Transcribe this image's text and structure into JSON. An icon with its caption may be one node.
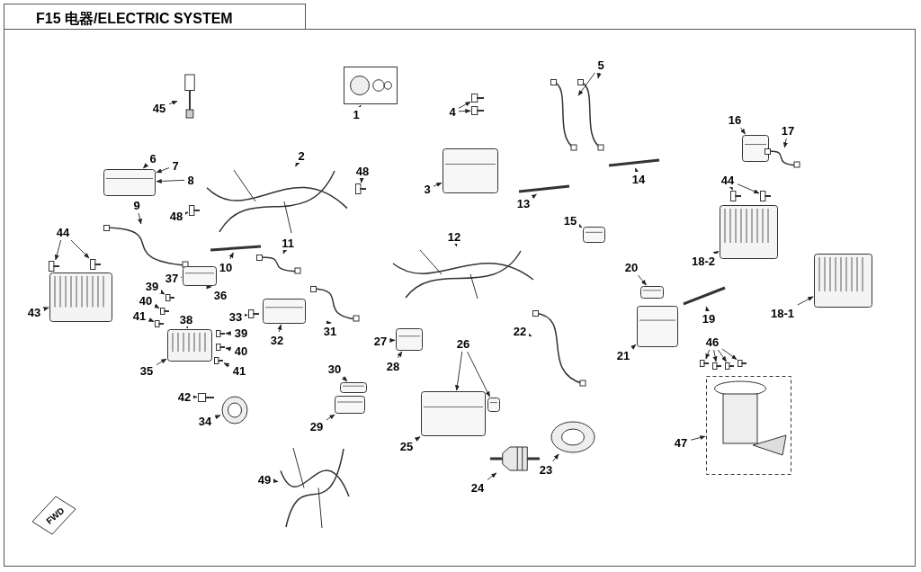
{
  "diagram": {
    "title": "F15 电器/ELECTRIC SYSTEM",
    "nodes": [
      {
        "text": [
          "45"
        ]
      },
      {
        "text": [],
        "shape": "picture"
      },
      {
        "text": [
          "1"
        ]
      },
      {
        "text": [],
        "shape": "picture"
      },
      {
        "text": [
          "4"
        ]
      },
      {
        "text": [],
        "shape": "picture"
      },
      {
        "text": [],
        "shape": "picture"
      },
      {
        "text": [
          "5"
        ]
      },
      {
        "text": [],
        "shape": "picture"
      },
      {
        "text": [],
        "shape": "picture"
      },
      {
        "text": [
          "16"
        ]
      },
      {
        "text": [],
        "shape": "picture"
      },
      {
        "text": [
          "17"
        ]
      },
      {
        "text": [],
        "shape": "picture"
      },
      {
        "text": [
          "2"
        ]
      },
      {
        "text": [],
        "shape": "picture"
      },
      {
        "text": [
          "48"
        ]
      },
      {
        "text": [],
        "shape": "picture"
      },
      {
        "text": [
          "3"
        ]
      },
      {
        "text": [],
        "shape": "picture"
      },
      {
        "text": [
          "6"
        ]
      },
      {
        "text": [
          "7"
        ]
      },
      {
        "text": [
          "8"
        ]
      },
      {
        "text": [],
        "shape": "picture"
      },
      {
        "text": [
          "9"
        ]
      },
      {
        "text": [],
        "shape": "picture"
      },
      {
        "text": [
          "48"
        ]
      },
      {
        "text": [],
        "shape": "picture"
      },
      {
        "text": [
          "44"
        ]
      },
      {
        "text": [],
        "shape": "picture"
      },
      {
        "text": [],
        "shape": "picture"
      },
      {
        "text": [
          "43"
        ]
      },
      {
        "text": [],
        "shape": "picture"
      },
      {
        "text": [
          "10"
        ]
      },
      {
        "text": [],
        "shape": "picture"
      },
      {
        "text": [
          "11"
        ]
      },
      {
        "text": [],
        "shape": "picture"
      },
      {
        "text": [
          "13"
        ]
      },
      {
        "text": [],
        "shape": "picture"
      },
      {
        "text": [
          "14"
        ]
      },
      {
        "text": [],
        "shape": "picture"
      },
      {
        "text": [
          "15"
        ]
      },
      {
        "text": [],
        "shape": "picture"
      },
      {
        "text": [
          "12"
        ]
      },
      {
        "text": [],
        "shape": "picture"
      },
      {
        "text": [
          "44"
        ]
      },
      {
        "text": [],
        "shape": "picture"
      },
      {
        "text": [],
        "shape": "picture"
      },
      {
        "text": [
          "18-2"
        ]
      },
      {
        "text": [],
        "shape": "picture"
      },
      {
        "text": [
          "18-1"
        ]
      },
      {
        "text": [],
        "shape": "picture"
      },
      {
        "text": [
          "20"
        ]
      },
      {
        "text": [],
        "shape": "picture"
      },
      {
        "text": [
          "19"
        ]
      },
      {
        "text": [],
        "shape": "picture"
      },
      {
        "text": [
          "21"
        ]
      },
      {
        "text": [],
        "shape": "picture"
      },
      {
        "text": [
          "22"
        ]
      },
      {
        "text": [],
        "shape": "picture"
      },
      {
        "text": [
          "39"
        ]
      },
      {
        "text": [
          "37"
        ]
      },
      {
        "text": [],
        "shape": "picture"
      },
      {
        "text": [
          "36"
        ]
      },
      {
        "text": [
          "40"
        ]
      },
      {
        "text": [
          "38"
        ]
      },
      {
        "text": [
          "41"
        ]
      },
      {
        "text": [],
        "shape": "picture"
      },
      {
        "text": [],
        "shape": "picture"
      },
      {
        "text": [],
        "shape": "picture"
      },
      {
        "text": [],
        "shape": "picture"
      },
      {
        "text": [
          "39"
        ]
      },
      {
        "text": [
          "40"
        ]
      },
      {
        "text": [
          "41"
        ]
      },
      {
        "text": [],
        "shape": "picture"
      },
      {
        "text": [],
        "shape": "picture"
      },
      {
        "text": [],
        "shape": "picture"
      },
      {
        "text": [
          "35"
        ]
      },
      {
        "text": [
          "33"
        ]
      },
      {
        "text": [],
        "shape": "picture"
      },
      {
        "text": [
          "32"
        ]
      },
      {
        "text": [],
        "shape": "picture"
      },
      {
        "text": [
          "31"
        ]
      },
      {
        "text": [],
        "shape": "picture"
      },
      {
        "text": [
          "27"
        ]
      },
      {
        "text": [
          "28"
        ]
      },
      {
        "text": [],
        "shape": "picture"
      },
      {
        "text": [
          "26"
        ]
      },
      {
        "text": [
          "30"
        ]
      },
      {
        "text": [],
        "shape": "picture"
      },
      {
        "text": [
          "29"
        ]
      },
      {
        "text": [],
        "shape": "picture"
      },
      {
        "text": [
          "42"
        ]
      },
      {
        "text": [],
        "shape": "picture"
      },
      {
        "text": [
          "34"
        ]
      },
      {
        "text": [],
        "shape": "picture"
      },
      {
        "text": [],
        "shape": "picture"
      },
      {
        "text": [],
        "shape": "picture"
      },
      {
        "text": [
          "25"
        ]
      },
      {
        "text": [
          "46"
        ]
      },
      {
        "text": [],
        "shape": "picture"
      },
      {
        "text": [],
        "shape": "picture"
      },
      {
        "text": [],
        "shape": "picture"
      },
      {
        "text": [],
        "shape": "picture"
      },
      {
        "text": [
          "47"
        ]
      },
      {
        "text": [],
        "shape": "picture"
      },
      {
        "text": [
          "23"
        ]
      },
      {
        "text": [],
        "shape": "picture"
      },
      {
        "text": [
          "24"
        ]
      },
      {
        "text": [],
        "shape": "picture"
      },
      {
        "text": [
          "49"
        ]
      },
      {
        "text": [],
        "shape": "picture"
      }
    ],
    "edges": [
      {
        "from": 0,
        "to": 1,
        "arrow": "to"
      },
      {
        "from": 2,
        "to": 3,
        "arrow": "to"
      },
      {
        "from": 4,
        "to": 5,
        "arrow": "to"
      },
      {
        "from": 4,
        "to": 6,
        "arrow": "to"
      },
      {
        "from": 7,
        "to": 8,
        "arrow": "to"
      },
      {
        "from": 7,
        "to": 9,
        "arrow": "to"
      },
      {
        "from": 10,
        "to": 11,
        "arrow": "to"
      },
      {
        "from": 12,
        "to": 13,
        "arrow": "to"
      },
      {
        "from": 14,
        "to": 15,
        "arrow": "to"
      },
      {
        "from": 16,
        "to": 17,
        "arrow": "to"
      },
      {
        "from": 18,
        "to": 19,
        "arrow": "to"
      },
      {
        "from": 20,
        "to": 23,
        "arrow": "to"
      },
      {
        "from": 21,
        "to": 23,
        "arrow": "to"
      },
      {
        "from": 22,
        "to": 23,
        "arrow": "to"
      },
      {
        "from": 24,
        "to": 25,
        "arrow": "to"
      },
      {
        "from": 26,
        "to": 27,
        "arrow": "to"
      },
      {
        "from": 28,
        "to": 29,
        "arrow": "to"
      },
      {
        "from": 28,
        "to": 30,
        "arrow": "to"
      },
      {
        "from": 31,
        "to": 32,
        "arrow": "to"
      },
      {
        "from": 33,
        "to": 34,
        "arrow": "to"
      },
      {
        "from": 35,
        "to": 36,
        "arrow": "to"
      },
      {
        "from": 37,
        "to": 38,
        "arrow": "to"
      },
      {
        "from": 39,
        "to": 40,
        "arrow": "to"
      },
      {
        "from": 41,
        "to": 42,
        "arrow": "to"
      },
      {
        "from": 43,
        "to": 44,
        "arrow": "to"
      },
      {
        "from": 45,
        "to": 46,
        "arrow": "to"
      },
      {
        "from": 45,
        "to": 47,
        "arrow": "to"
      },
      {
        "from": 48,
        "to": 49,
        "arrow": "to"
      },
      {
        "from": 50,
        "to": 51,
        "arrow": "to"
      },
      {
        "from": 52,
        "to": 53,
        "arrow": "to"
      },
      {
        "from": 54,
        "to": 55,
        "arrow": "to"
      },
      {
        "from": 56,
        "to": 57,
        "arrow": "to"
      },
      {
        "from": 58,
        "to": 59,
        "arrow": "to"
      },
      {
        "from": 60,
        "to": 67,
        "arrow": "to"
      },
      {
        "from": 61,
        "to": 62,
        "arrow": "to"
      },
      {
        "from": 63,
        "to": 62,
        "arrow": "to"
      },
      {
        "from": 64,
        "to": 68,
        "arrow": "to"
      },
      {
        "from": 65,
        "to": 70,
        "arrow": "to"
      },
      {
        "from": 66,
        "to": 69,
        "arrow": "to"
      },
      {
        "from": 71,
        "to": 74,
        "arrow": "to"
      },
      {
        "from": 72,
        "to": 75,
        "arrow": "to"
      },
      {
        "from": 73,
        "to": 76,
        "arrow": "to"
      },
      {
        "from": 77,
        "to": 70,
        "arrow": "to"
      },
      {
        "from": 78,
        "to": 79,
        "arrow": "to"
      },
      {
        "from": 80,
        "to": 81,
        "arrow": "to"
      },
      {
        "from": 82,
        "to": 83,
        "arrow": "to"
      },
      {
        "from": 84,
        "to": 86,
        "arrow": "to"
      },
      {
        "from": 85,
        "to": 86,
        "arrow": "to"
      },
      {
        "from": 87,
        "to": 96,
        "arrow": "to"
      },
      {
        "from": 87,
        "to": 97,
        "arrow": "to"
      },
      {
        "from": 88,
        "to": 89,
        "arrow": "to"
      },
      {
        "from": 90,
        "to": 91,
        "arrow": "to"
      },
      {
        "from": 92,
        "to": 93,
        "arrow": "to"
      },
      {
        "from": 94,
        "to": 95,
        "arrow": "to"
      },
      {
        "from": 98,
        "to": 96,
        "arrow": "to"
      },
      {
        "from": 99,
        "to": 100,
        "arrow": "to"
      },
      {
        "from": 99,
        "to": 101,
        "arrow": "to"
      },
      {
        "from": 99,
        "to": 102,
        "arrow": "to"
      },
      {
        "from": 99,
        "to": 103,
        "arrow": "to"
      },
      {
        "from": 104,
        "to": 105,
        "arrow": "to"
      },
      {
        "from": 106,
        "to": 107,
        "arrow": "to"
      },
      {
        "from": 108,
        "to": 109,
        "arrow": "to"
      },
      {
        "from": 110,
        "to": 111,
        "arrow": "to"
      }
    ],
    "labels": [
      "FWD"
    ]
  }
}
